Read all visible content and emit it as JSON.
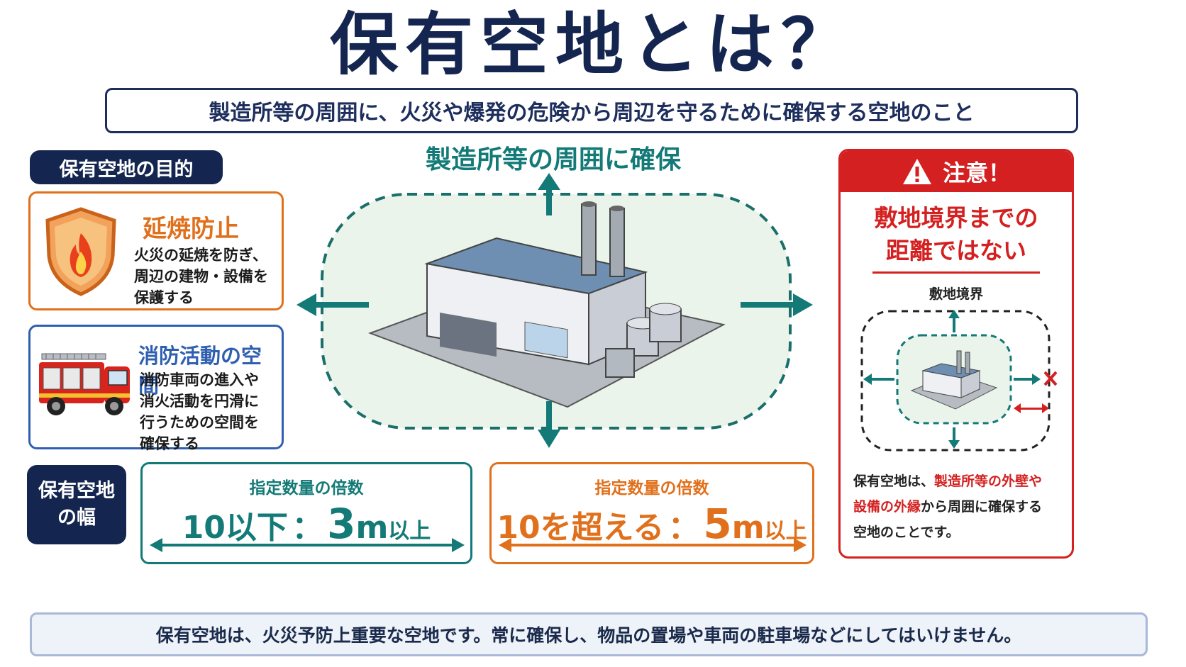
{
  "title": "保有空地とは？",
  "subtitle": "製造所等の周囲に、火災や爆発の危険から周辺を守るために確保する空地のこと",
  "purpose": {
    "header": "保有空地の目的",
    "items": [
      {
        "title": "延焼防止",
        "lines": [
          "火災の延焼を防ぎ、",
          "周辺の建物・設備を",
          "保護する"
        ]
      },
      {
        "title": "消防活動の空間",
        "lines": [
          "消防車両の進入や",
          "消火活動を円滑に",
          "行うための空間を",
          "確保する"
        ]
      }
    ]
  },
  "center": {
    "heading": "製造所等の周囲に確保"
  },
  "width": {
    "header_lines": [
      "保有空地",
      "の幅"
    ],
    "boxes": [
      {
        "label": "指定数量の倍数",
        "cond": "10以下",
        "sep": "：",
        "num": "3",
        "unit": "m",
        "suffix": "以上",
        "color": "#137a78"
      },
      {
        "label": "指定数量の倍数",
        "cond": "10を超える",
        "sep": "：",
        "num": "5",
        "unit": "m",
        "suffix": "以上",
        "color": "#e0701c"
      }
    ]
  },
  "caution": {
    "header": "注意！",
    "title_lines": [
      "敷地境界までの",
      "距離ではない"
    ],
    "boundary_label": "敷地境界",
    "note_parts": [
      {
        "text": "保有空地は、",
        "red": false
      },
      {
        "text": "製造所等の外壁や",
        "red": true
      },
      {
        "text": "設備の外縁",
        "red": true
      },
      {
        "text": "から周囲に確保する",
        "red": false
      },
      {
        "text": "空地のことです。",
        "red": false
      }
    ]
  },
  "footer": "保有空地は、火災予防上重要な空地です。常に確保し、物品の置場や車両の駐車場などにしてはいけません。",
  "colors": {
    "navy": "#14264f",
    "teal": "#137a78",
    "orange": "#e0701c",
    "red": "#d42020",
    "blue": "#2f5fb0"
  }
}
